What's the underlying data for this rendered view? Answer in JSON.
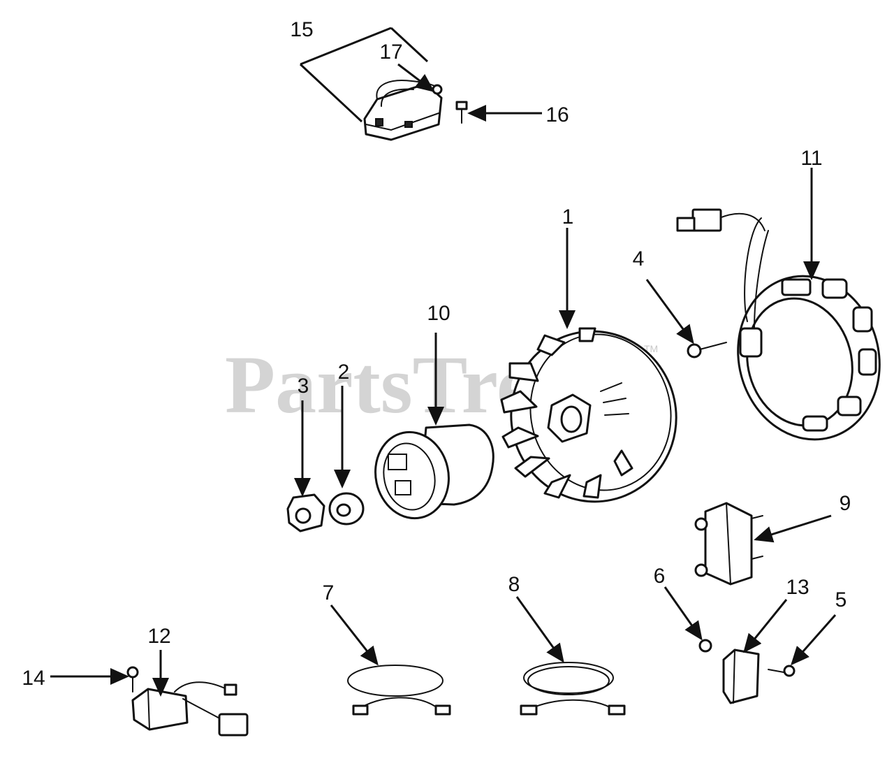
{
  "watermark": {
    "text": "PartsTree",
    "trademark": "TM"
  },
  "callouts": {
    "c1": "1",
    "c2": "2",
    "c3": "3",
    "c4": "4",
    "c5": "5",
    "c6": "6",
    "c7": "7",
    "c8": "8",
    "c9": "9",
    "c10": "10",
    "c11": "11",
    "c12": "12",
    "c13": "13",
    "c14": "14",
    "c15": "15",
    "c16": "16",
    "c17": "17"
  },
  "colors": {
    "ink": "#111111",
    "watermark": "#d4d4d4",
    "background": "#ffffff"
  }
}
